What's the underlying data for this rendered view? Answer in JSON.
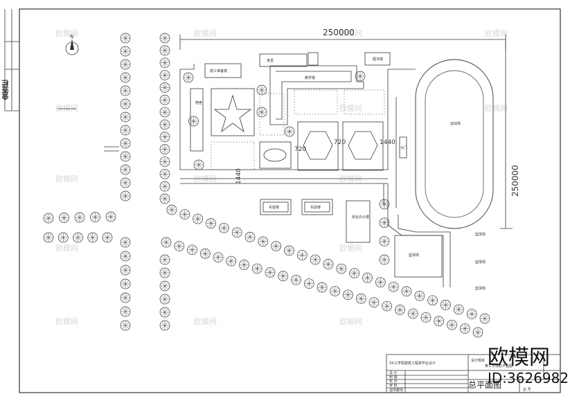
{
  "sheet": {
    "side_label": "会签栏"
  },
  "dimensions": {
    "width_top": "250000",
    "height_right": "250000",
    "road_a": "720",
    "road_b": "720",
    "road_c": "1440",
    "road_d": "1440"
  },
  "buildings": {
    "workshop": "施工准备楼",
    "dorm": "宿舍",
    "canteen": "食堂",
    "labs": "实验楼",
    "teaching": "教学楼",
    "office": "综合办公楼",
    "hall": "图书馆",
    "lab_small": "实验楼",
    "sports": "运动场",
    "court1": "篮球场",
    "court2": "篮球场",
    "court3": "篮球场",
    "gate": "大门"
  },
  "title_block": {
    "school": "XX工学院建筑工程系毕业设计",
    "project_label": "设计题目",
    "project_value": "某工学院总平面图",
    "rows": [
      "设 计",
      "制 图",
      "校 对",
      "审 核",
      "指导教师"
    ],
    "drawing_name": "总平面图",
    "scale": "总 号"
  },
  "watermark": {
    "brand": "欧模网",
    "id": "ID:3626982",
    "faint": "欧模网"
  }
}
